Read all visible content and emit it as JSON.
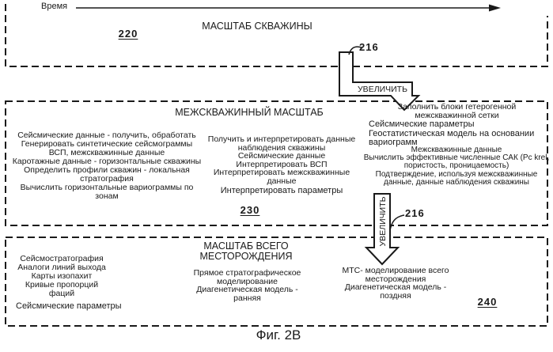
{
  "figure": {
    "caption": "Фиг. 2В",
    "time_axis_label": "Время",
    "zoom_arrow_label": "УВЕЛИЧИТЬ",
    "zoom_arrow_ref_1": "216",
    "zoom_arrow_ref_2": "216"
  },
  "well_scale_box": {
    "ref": "220",
    "title": "МАСШТАБ СКВАЖИНЫ"
  },
  "interwell_scale_box": {
    "ref": "230",
    "title": "МЕЖСКВАЖИННЫЙ МАСШТАБ",
    "left_column": "Сейсмические данные - получить, обработать\nГенерировать синтетические сейсмограммы\nВСП, межскважинные данные\nКаротажные данные - горизонтальные скважины\nОпределить профили скважин - локальная\nстратография\nВычислить горизонтальные вариограммы по\nзонам",
    "middle_column": "Получить и интерпретировать данные\nнаблюдения скважины\nСейсмические данные\nИнтерпретировать ВСП\nИнтерпретировать межскважинные\nданные",
    "middle_column_note": "Интерпретировать параметры",
    "right_column_header": "Заполнить блоки гетерогенной\nмежскважинной сетки",
    "right_column_items": "Сейсмические параметры\nГеостатистическая модель на основании\nвариограмм",
    "right_column_tasks": "Межскважинные данные\nВычислить эффективные численные САК (Pc krel,\nпористость, проницаемость)\nПодтверждение, используя межскважинные\nданные, данные наблюдения скважины"
  },
  "field_scale_box": {
    "ref": "240",
    "title": "МАСШТАБ ВСЕГО\nМЕСТОРОЖДЕНИЯ",
    "left_column": "Сейсмостратография\nАналоги линий выхода\nКарты изопахит\nКривые пропорций\nфаций",
    "left_column_note": "Сейсмические параметры",
    "middle_column": "Прямое стратографическое\nмоделирование\nДиагенетическая модель - ранняя",
    "right_column": "МТС- моделирование всего\nместорождения\nДиагенетическая модель -\nпоздняя"
  },
  "colors": {
    "ink": "#1a1a1a",
    "paper": "#ffffff"
  }
}
